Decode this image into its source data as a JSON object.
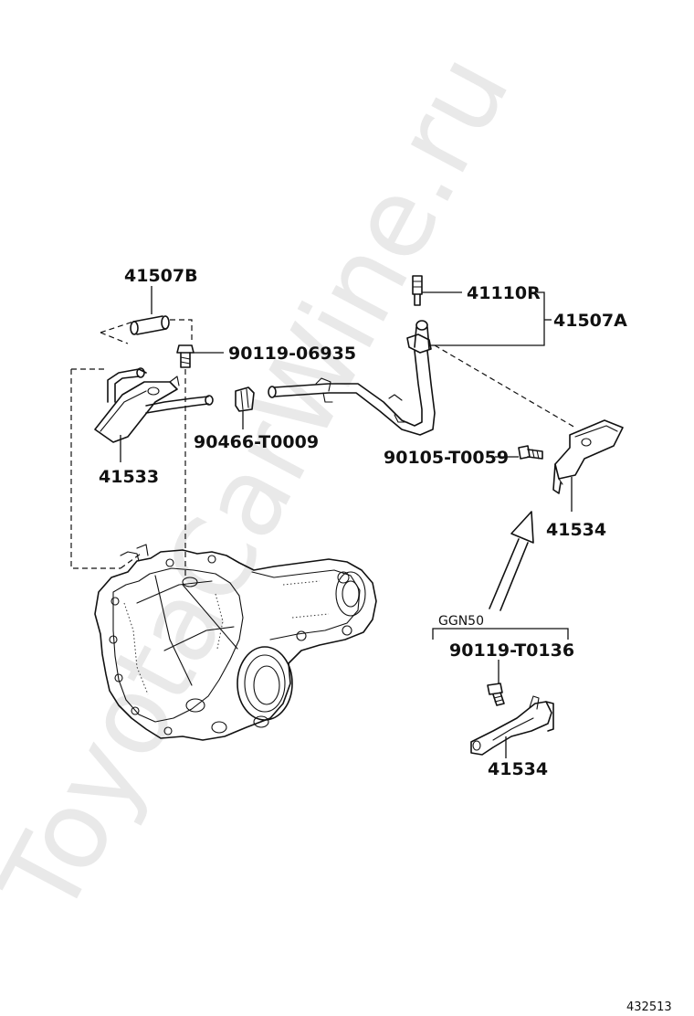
{
  "watermark": "ToyotaCarWine.ru",
  "drawing_ref": "432513",
  "labels": {
    "p41507B": "41507B",
    "p90119_06935": "90119-06935",
    "p41533": "41533",
    "p90466_T0009": "90466-T0009",
    "p41110R": "41110R",
    "p41507A": "41507A",
    "p90105_T0059": "90105-T0059",
    "p41534_upper": "41534",
    "ggn50": "GGN50",
    "p90119_T0136": "90119-T0136",
    "p41534_lower": "41534"
  }
}
